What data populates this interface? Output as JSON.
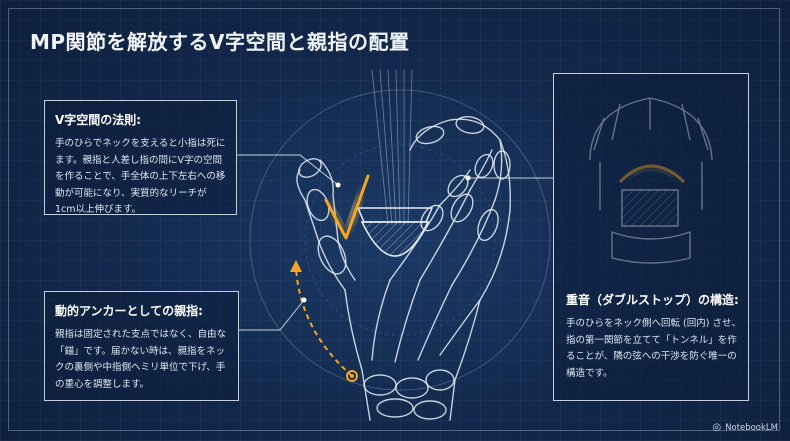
{
  "title": "MP関節を解放するV字空間と親指の配置",
  "v_space": {
    "heading": "V字空間の法則:",
    "body": "手のひらでネックを支えると小指は死にます。親指と人差し指の間にV字の空間を作ることで、手全体の上下左右への移動が可能になり、実質的なリーチが1cm以上伸びます。"
  },
  "anchor": {
    "heading": "動的アンカーとしての親指:",
    "body": "親指は固定された支点ではなく、自由な「錨」です。届かない時は、親指をネックの裏側や中指側へミリ単位で下げ、手の重心を調整します。"
  },
  "double_stop": {
    "heading": "重音（ダブルストップ）の構造:",
    "body": "手のひらをネック側へ回転 (回内) させ、指の第一関節を立てて「トンネル」を作ることが、隣の弦への干渉を防ぐ唯一の構造です。"
  },
  "brand": {
    "icon": "notebooklm-icon",
    "label": "NotebookLM"
  },
  "colors": {
    "background": "#0f2546",
    "accent_orange": "#f5a623",
    "line": "#e6eef8"
  }
}
